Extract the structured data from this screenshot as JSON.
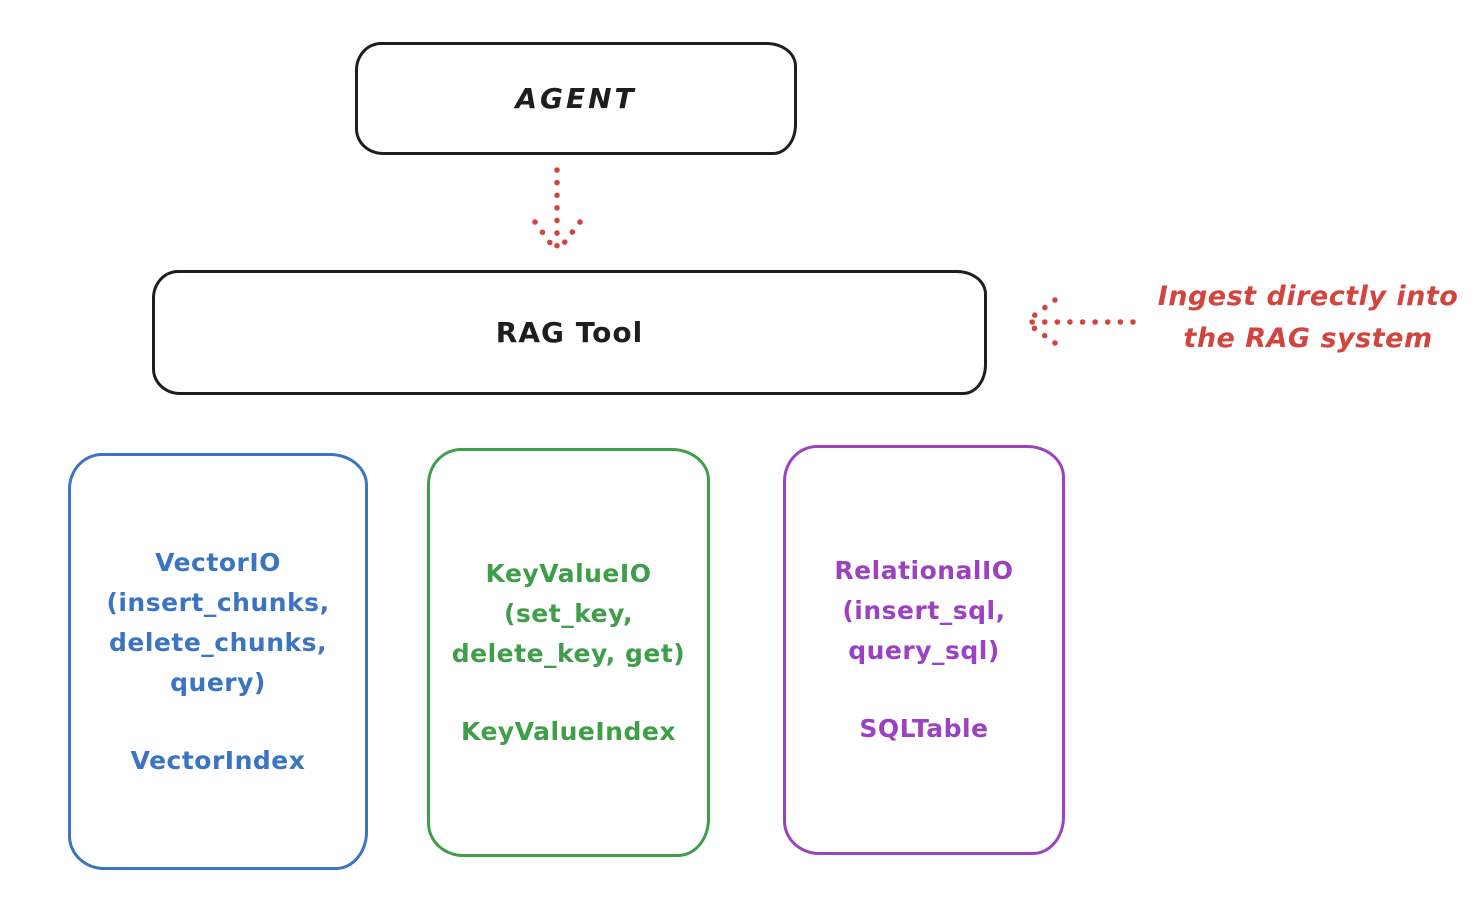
{
  "diagram": {
    "agent": {
      "label": "AGENT"
    },
    "rag_tool": {
      "label": "RAG Tool"
    },
    "annotation": {
      "line1": "Ingest directly into",
      "line2": "the RAG system"
    },
    "io_boxes": [
      {
        "name": "vector-io",
        "color": "#3b74c2",
        "lines": [
          "VectorIO",
          "(insert_chunks,",
          "delete_chunks,",
          "query)"
        ],
        "index_label": "VectorIndex"
      },
      {
        "name": "keyvalue-io",
        "color": "#3f9e4a",
        "lines": [
          "KeyValueIO",
          "(set_key,",
          "delete_key, get)"
        ],
        "index_label": "KeyValueIndex"
      },
      {
        "name": "relational-io",
        "color": "#9b42c3",
        "lines": [
          "RelationalIO",
          "(insert_sql,",
          "query_sql)"
        ],
        "index_label": "SQLTable"
      }
    ],
    "colors": {
      "stroke": "#1e1e1e",
      "arrow_red": "#d2443e",
      "background": "#ffffff"
    }
  }
}
